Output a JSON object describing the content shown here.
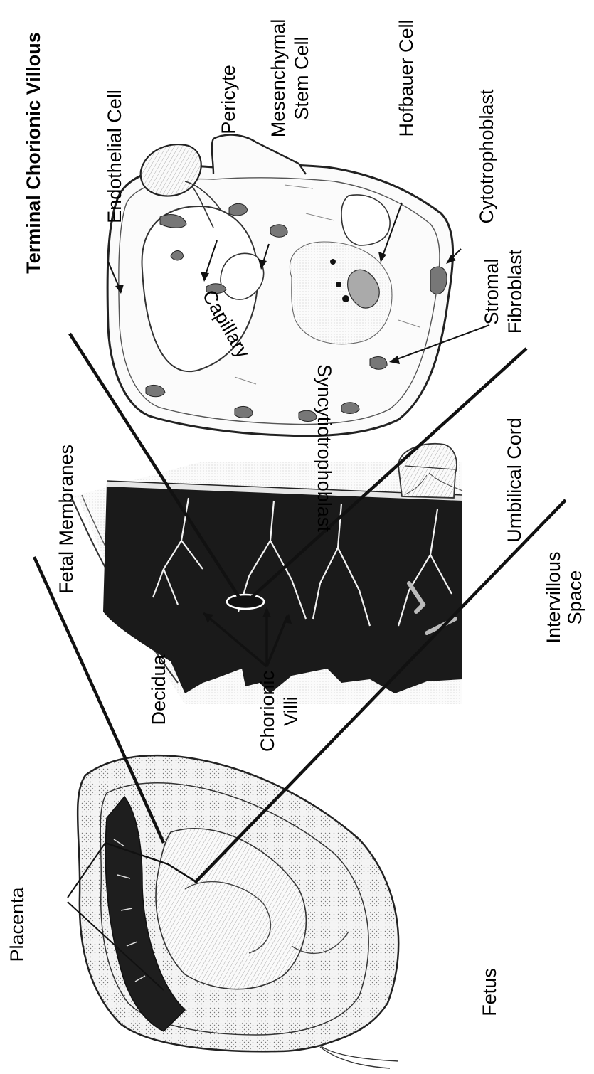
{
  "figure": {
    "title": "Terminal Chorionic Villous",
    "labels": {
      "placenta": "Placenta",
      "fetus": "Fetus",
      "chorionic_villi_line1": "Chorionic",
      "chorionic_villi_line2": "Villi",
      "decidua": "Decidua",
      "fetal_membranes": "Fetal Membranes",
      "intervillous_line1": "Intervillous",
      "intervillous_line2": "Space",
      "umbilical_cord": "Umbilical Cord",
      "syncytiotrophoblast": "Syncytiotrophoblast",
      "capillary": "Capillary",
      "endothelial_cell": "Endothelial Cell",
      "pericyte": "Pericyte",
      "mesenchymal_line1": "Mesenchymal",
      "mesenchymal_line2": "Stem Cell",
      "hofbauer_cell": "Hofbauer Cell",
      "cytotrophoblast": "Cytotrophoblast",
      "stromal_line1": "Stromal",
      "stromal_line2": "Fibroblast"
    }
  }
}
